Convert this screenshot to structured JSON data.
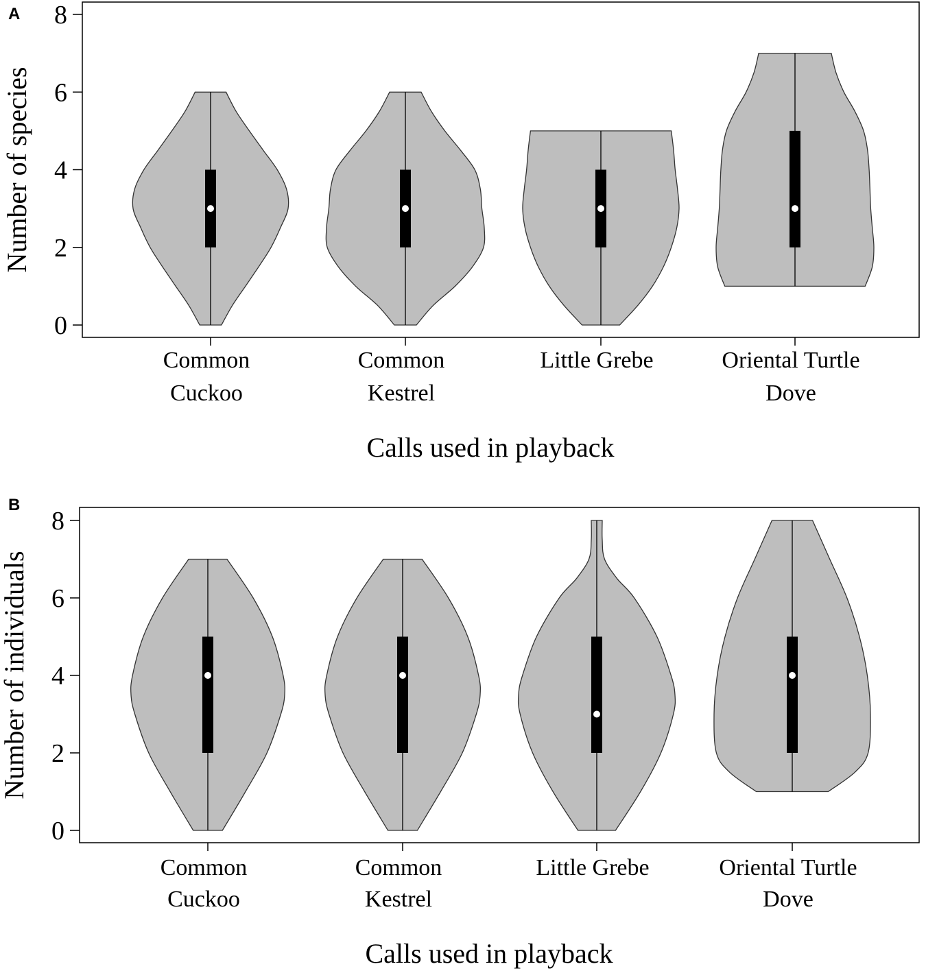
{
  "chart_data": [
    {
      "type": "violin",
      "panel_label": "A",
      "ylabel": "Number of species",
      "xlabel": "Calls used in playback",
      "ylim": [
        0,
        8
      ],
      "yticks": [
        "0",
        "2",
        "4",
        "6",
        "8"
      ],
      "categories": [
        {
          "lines": [
            "Common",
            "Cuckoo"
          ]
        },
        {
          "lines": [
            "Common",
            "Kestrel"
          ]
        },
        {
          "lines": [
            "Little Grebe"
          ]
        },
        {
          "lines": [
            "Oriental Turtle",
            "Dove"
          ]
        }
      ],
      "violins": [
        {
          "min": 0,
          "max": 6,
          "q1": 2,
          "q3": 4,
          "median": 3,
          "density": [
            [
              0,
              0.14
            ],
            [
              0.5,
              0.28
            ],
            [
              1,
              0.45
            ],
            [
              1.5,
              0.62
            ],
            [
              2,
              0.78
            ],
            [
              2.5,
              0.9
            ],
            [
              3,
              1.0
            ],
            [
              3.5,
              0.98
            ],
            [
              4,
              0.86
            ],
            [
              4.5,
              0.68
            ],
            [
              5,
              0.5
            ],
            [
              5.5,
              0.33
            ],
            [
              6,
              0.2
            ]
          ]
        },
        {
          "min": 0,
          "max": 6,
          "q1": 2,
          "q3": 4,
          "median": 3,
          "density": [
            [
              0,
              0.14
            ],
            [
              0.5,
              0.35
            ],
            [
              1,
              0.63
            ],
            [
              1.5,
              0.85
            ],
            [
              2,
              0.99
            ],
            [
              2.5,
              1.0
            ],
            [
              3,
              0.97
            ],
            [
              3.5,
              0.95
            ],
            [
              4,
              0.88
            ],
            [
              4.5,
              0.7
            ],
            [
              5,
              0.5
            ],
            [
              5.5,
              0.33
            ],
            [
              6,
              0.2
            ]
          ]
        },
        {
          "min": 0,
          "max": 5,
          "q1": 2,
          "q3": 4,
          "median": 3,
          "density": [
            [
              0,
              0.24
            ],
            [
              0.5,
              0.47
            ],
            [
              1,
              0.66
            ],
            [
              1.5,
              0.8
            ],
            [
              2,
              0.9
            ],
            [
              2.5,
              0.97
            ],
            [
              3,
              1.0
            ],
            [
              3.5,
              0.98
            ],
            [
              4,
              0.95
            ],
            [
              4.5,
              0.93
            ],
            [
              5,
              0.9
            ]
          ]
        },
        {
          "min": 1,
          "max": 7,
          "q1": 2,
          "q3": 5,
          "median": 3,
          "density": [
            [
              1,
              0.89
            ],
            [
              1.5,
              0.98
            ],
            [
              2,
              1.0
            ],
            [
              2.5,
              0.98
            ],
            [
              3,
              0.96
            ],
            [
              3.5,
              0.95
            ],
            [
              4,
              0.94
            ],
            [
              4.5,
              0.92
            ],
            [
              5,
              0.87
            ],
            [
              5.5,
              0.76
            ],
            [
              6,
              0.62
            ],
            [
              6.5,
              0.52
            ],
            [
              7,
              0.46
            ]
          ]
        }
      ]
    },
    {
      "type": "violin",
      "panel_label": "B",
      "ylabel": "Number of individuals",
      "xlabel": "Calls used in playback",
      "ylim": [
        0,
        8
      ],
      "yticks": [
        "0",
        "2",
        "4",
        "6",
        "8"
      ],
      "categories": [
        {
          "lines": [
            "Common",
            "Cuckoo"
          ]
        },
        {
          "lines": [
            "Common",
            "Kestrel"
          ]
        },
        {
          "lines": [
            "Little Grebe"
          ]
        },
        {
          "lines": [
            "Oriental Turtle",
            "Dove"
          ]
        }
      ],
      "violins": [
        {
          "min": 0,
          "max": 7,
          "q1": 2,
          "q3": 5,
          "median": 4,
          "density": [
            [
              0,
              0.19
            ],
            [
              1,
              0.49
            ],
            [
              2,
              0.77
            ],
            [
              3,
              0.95
            ],
            [
              3.5,
              1.0
            ],
            [
              4,
              0.98
            ],
            [
              5,
              0.84
            ],
            [
              6,
              0.59
            ],
            [
              7,
              0.25
            ]
          ]
        },
        {
          "min": 0,
          "max": 7,
          "q1": 2,
          "q3": 5,
          "median": 4,
          "density": [
            [
              0,
              0.19
            ],
            [
              1,
              0.49
            ],
            [
              2,
              0.77
            ],
            [
              3,
              0.95
            ],
            [
              3.5,
              1.0
            ],
            [
              4,
              0.98
            ],
            [
              5,
              0.84
            ],
            [
              6,
              0.59
            ],
            [
              7,
              0.25
            ]
          ]
        },
        {
          "min": 0,
          "max": 8,
          "q1": 2,
          "q3": 5,
          "median": 3,
          "density": [
            [
              0,
              0.24
            ],
            [
              1,
              0.56
            ],
            [
              2,
              0.82
            ],
            [
              3,
              0.98
            ],
            [
              3.5,
              1.0
            ],
            [
              4,
              0.95
            ],
            [
              5,
              0.77
            ],
            [
              6,
              0.48
            ],
            [
              6.5,
              0.26
            ],
            [
              7,
              0.1
            ],
            [
              7.5,
              0.07
            ],
            [
              8,
              0.07
            ]
          ]
        },
        {
          "min": 1,
          "max": 8,
          "q1": 2,
          "q3": 5,
          "median": 4,
          "density": [
            [
              1,
              0.46
            ],
            [
              1.5,
              0.8
            ],
            [
              2,
              0.97
            ],
            [
              3,
              1.0
            ],
            [
              4,
              0.96
            ],
            [
              5,
              0.86
            ],
            [
              6,
              0.7
            ],
            [
              7,
              0.48
            ],
            [
              8,
              0.26
            ]
          ]
        }
      ]
    }
  ],
  "colors": {
    "violin_fill": "#bebebe",
    "violin_stroke": "#333333",
    "box_fill": "#000000",
    "median_dot": "#ffffff",
    "axis": "#000000"
  }
}
